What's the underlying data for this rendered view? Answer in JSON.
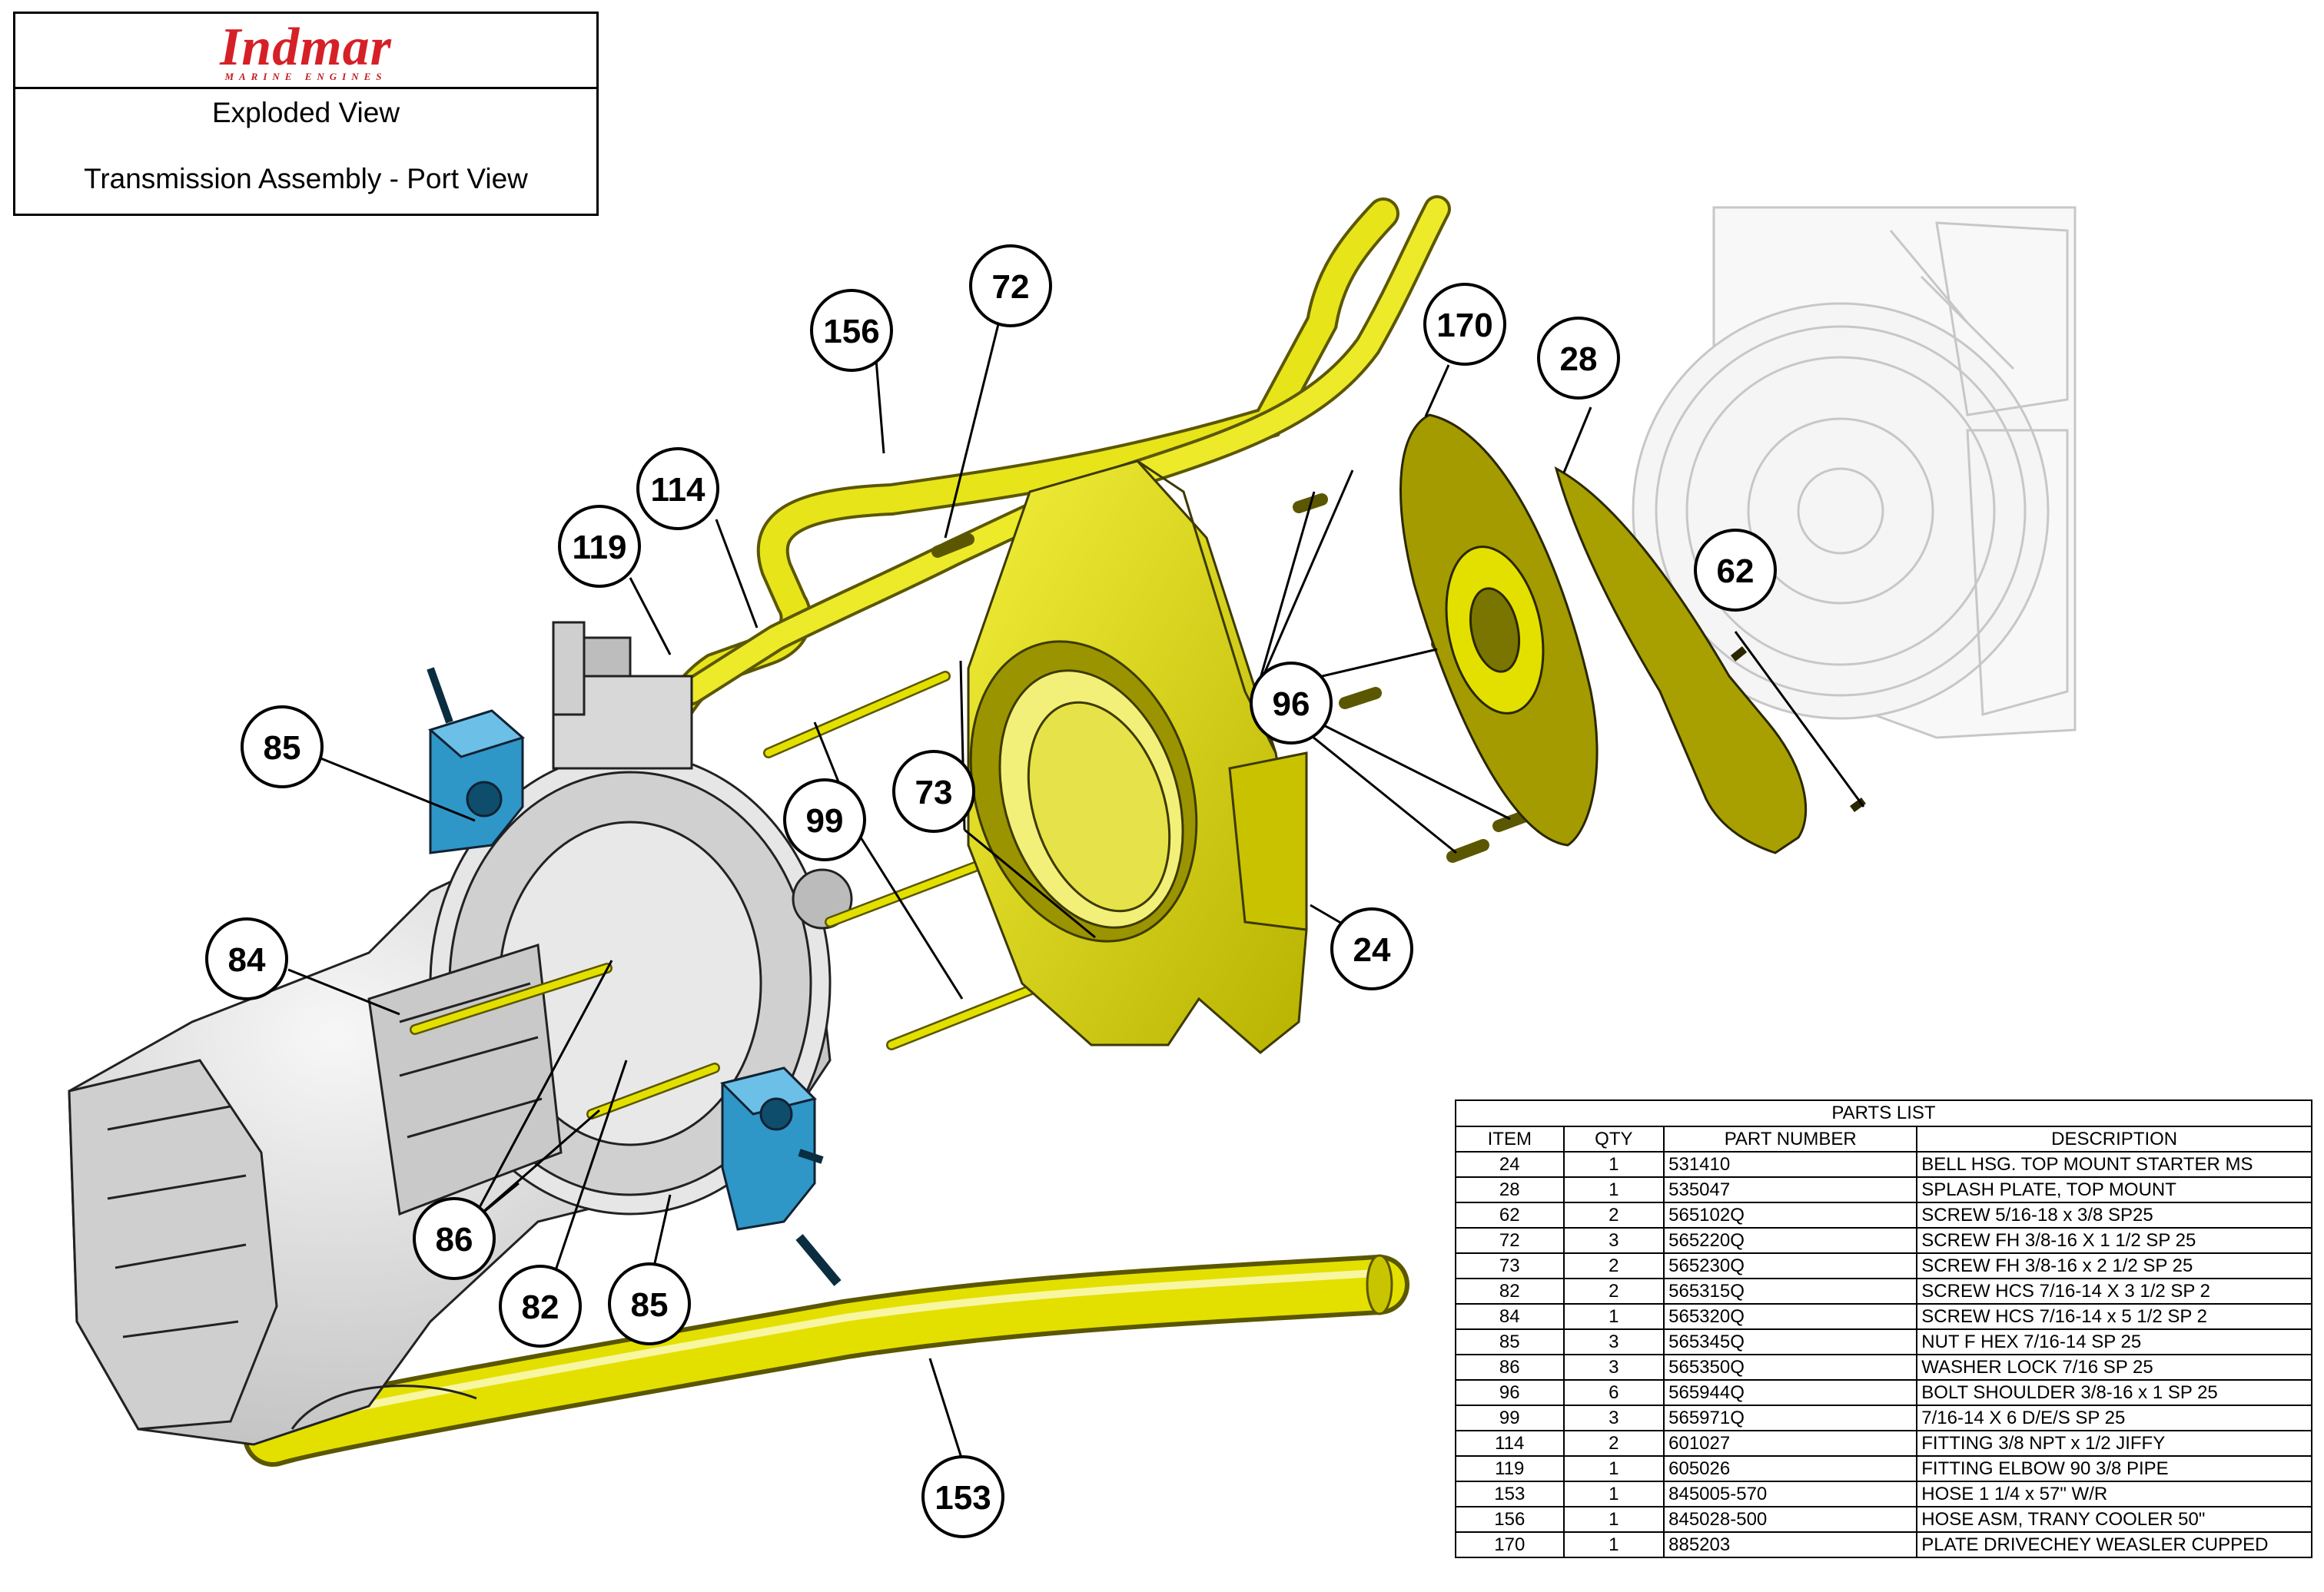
{
  "title_block": {
    "logo_text": "Indmar",
    "logo_subtext": "MARINE ENGINES",
    "line1": "Exploded View",
    "line2": "Transmission Assembly - Port View"
  },
  "callouts": [
    "156",
    "72",
    "170",
    "28",
    "114",
    "119",
    "62",
    "96",
    "85",
    "73",
    "99",
    "24",
    "84",
    "86",
    "82",
    "85",
    "153"
  ],
  "parts_list": {
    "caption": "PARTS LIST",
    "headers": [
      "ITEM",
      "QTY",
      "PART NUMBER",
      "DESCRIPTION"
    ],
    "rows": [
      [
        "24",
        "1",
        "531410",
        "BELL HSG. TOP MOUNT STARTER MS"
      ],
      [
        "28",
        "1",
        "535047",
        "SPLASH PLATE, TOP MOUNT"
      ],
      [
        "62",
        "2",
        "565102Q",
        "SCREW 5/16-18 x 3/8 SP25"
      ],
      [
        "72",
        "3",
        "565220Q",
        "SCREW FH 3/8-16 X 1 1/2 SP 25"
      ],
      [
        "73",
        "2",
        "565230Q",
        "SCREW FH 3/8-16 x 2 1/2 SP 25"
      ],
      [
        "82",
        "2",
        "565315Q",
        "SCREW HCS 7/16-14 X 3 1/2 SP 2"
      ],
      [
        "84",
        "1",
        "565320Q",
        "SCREW HCS 7/16-14 x 5 1/2 SP 2"
      ],
      [
        "85",
        "3",
        "565345Q",
        "NUT F HEX 7/16-14 SP 25"
      ],
      [
        "86",
        "3",
        "565350Q",
        "WASHER LOCK 7/16 SP 25"
      ],
      [
        "96",
        "6",
        "565944Q",
        "BOLT SHOULDER 3/8-16 x 1 SP 25"
      ],
      [
        "99",
        "3",
        "565971Q",
        "7/16-14 X 6 D/E/S SP 25"
      ],
      [
        "114",
        "2",
        "601027",
        "FITTING 3/8 NPT x 1/2 JIFFY"
      ],
      [
        "119",
        "1",
        "605026",
        "FITTING ELBOW 90 3/8 PIPE"
      ],
      [
        "153",
        "1",
        "845005-570",
        "HOSE 1 1/4 x 57\" W/R"
      ],
      [
        "156",
        "1",
        "845028-500",
        "HOSE ASM, TRANY COOLER 50\""
      ],
      [
        "170",
        "1",
        "885203",
        "PLATE DRIVECHEY WEASLER CUPPED"
      ]
    ]
  },
  "colors": {
    "yellow_part": "#e3e000",
    "yellow_dark": "#8f8a00",
    "blue_part": "#2f96c8",
    "housing_gray": "#d9d9d9",
    "splash_plate": "#a8a000",
    "logo_red": "#d62027"
  }
}
